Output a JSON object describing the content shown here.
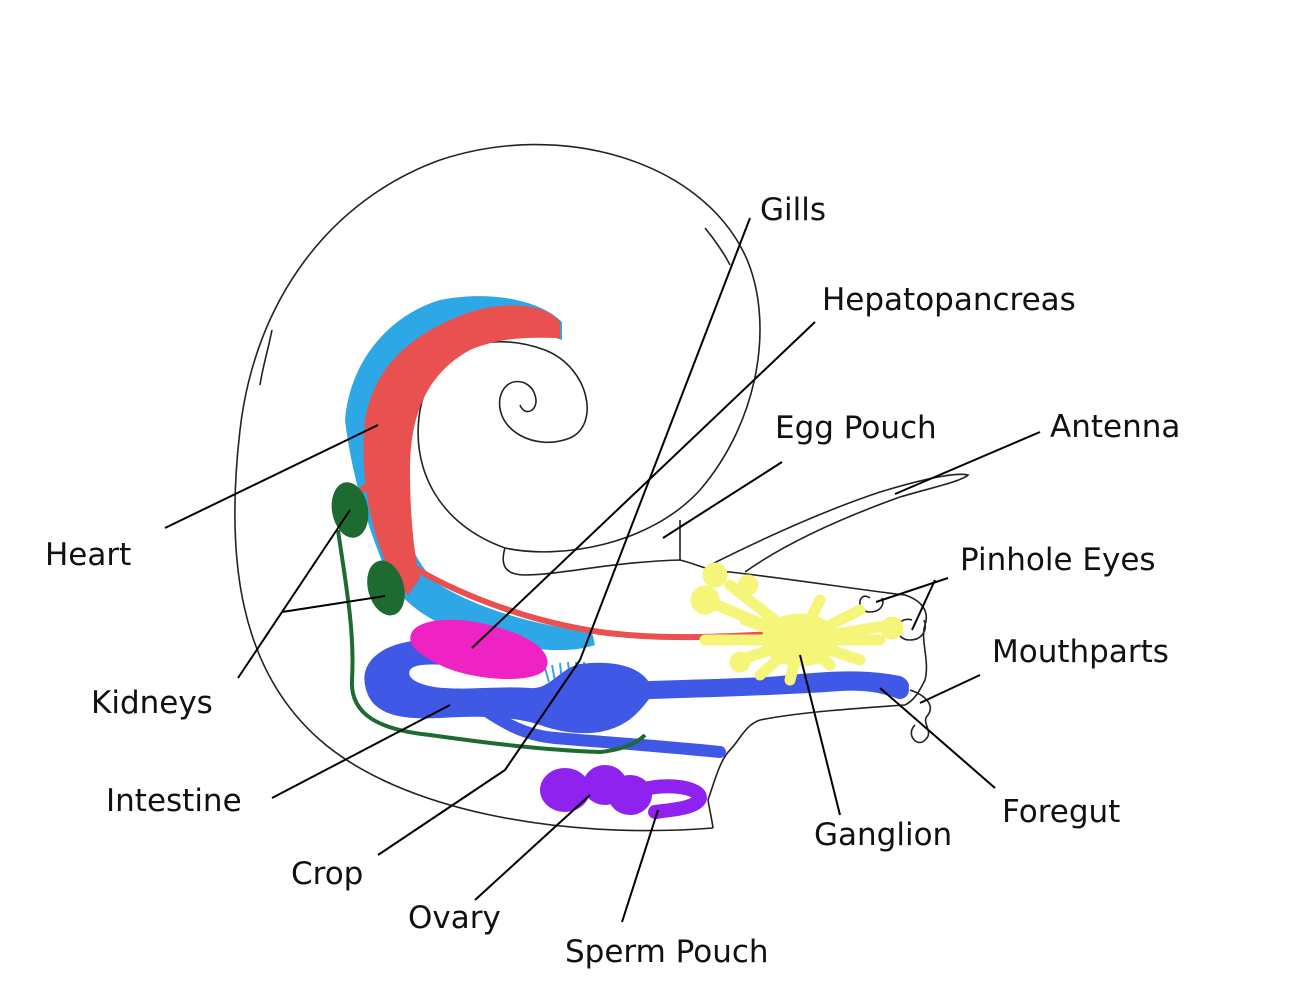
{
  "labels": {
    "gills": "Gills",
    "hepatopancreas": "Hepatopancreas",
    "egg_pouch": "Egg Pouch",
    "antenna": "Antenna",
    "pinhole_eyes": "Pinhole Eyes",
    "mouthparts": "Mouthparts",
    "foregut": "Foregut",
    "ganglion": "Ganglion",
    "sperm_pouch": "Sperm Pouch",
    "ovary": "Ovary",
    "crop": "Crop",
    "intestine": "Intestine",
    "kidneys": "Kidneys",
    "heart": "Heart"
  },
  "colors": {
    "heart": "#e8514f",
    "gills": "#2ea7e6",
    "kidneys": "#1e6b32",
    "hepatopancreas": "#ef22c3",
    "digestive_tract": "#3f58e6",
    "ganglion": "#f5f57a",
    "ovary": "#8f22ee",
    "outline": "#222222"
  }
}
